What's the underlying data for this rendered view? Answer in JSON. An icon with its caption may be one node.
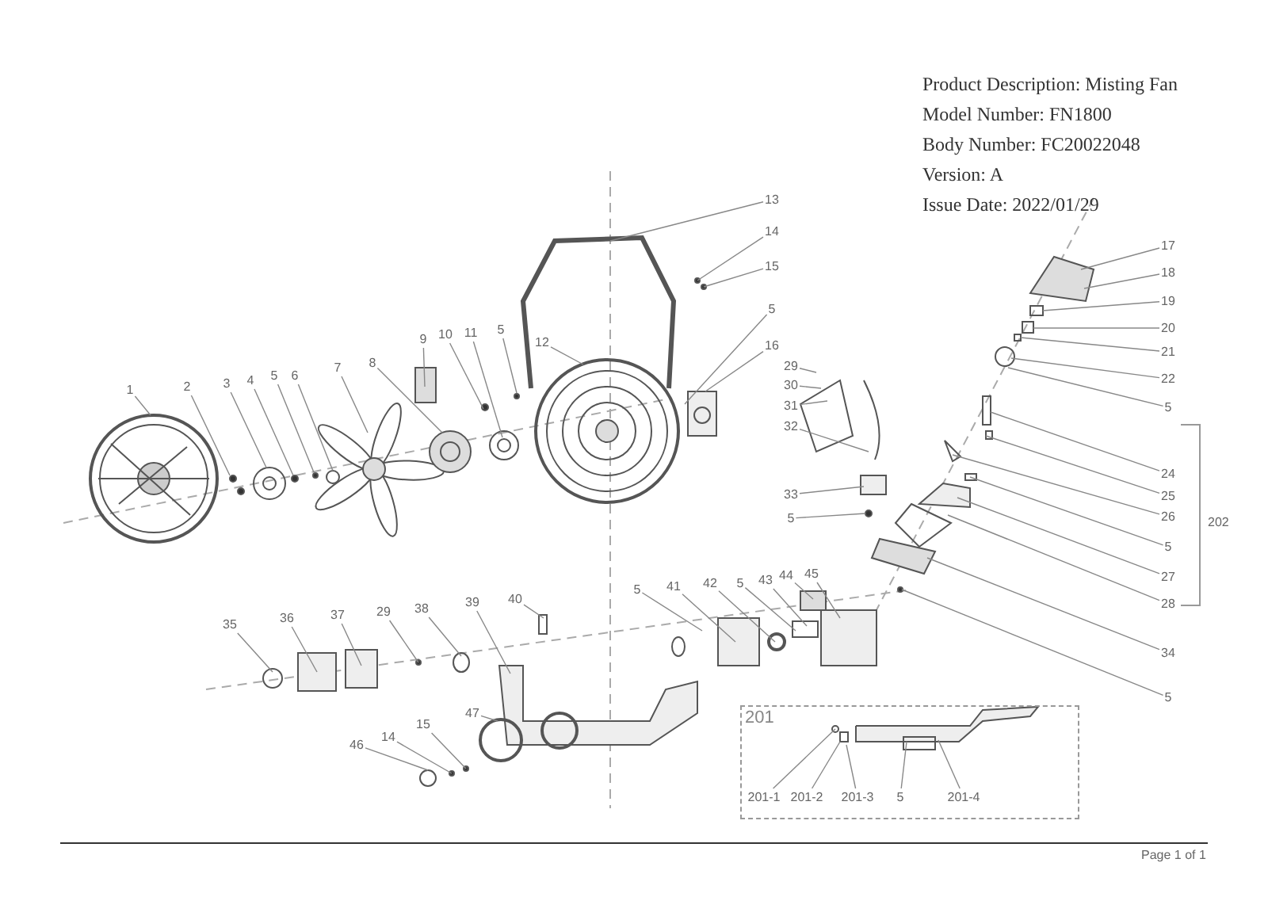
{
  "diagram": {
    "nodes": [
      {
        "text": [
          "1"
        ]
      },
      {
        "text": [
          "2"
        ]
      },
      {
        "text": [
          "3"
        ]
      },
      {
        "text": [
          "4"
        ]
      },
      {
        "text": [
          "5"
        ]
      },
      {
        "text": [
          "6"
        ]
      },
      {
        "text": [
          "7"
        ]
      },
      {
        "text": [
          "8"
        ]
      },
      {
        "text": [
          "9"
        ]
      },
      {
        "text": [
          "10"
        ]
      },
      {
        "text": [
          "11"
        ]
      },
      {
        "text": [
          "5"
        ]
      },
      {
        "text": [
          "12"
        ]
      },
      {
        "text": [
          "13"
        ]
      },
      {
        "text": [
          "14"
        ]
      },
      {
        "text": [
          "15"
        ]
      },
      {
        "text": [
          "5"
        ]
      },
      {
        "text": [
          "16"
        ]
      },
      {
        "text": [
          "17"
        ]
      },
      {
        "text": [
          "18"
        ]
      },
      {
        "text": [
          "19"
        ]
      },
      {
        "text": [
          "20"
        ]
      },
      {
        "text": [
          "21"
        ]
      },
      {
        "text": [
          "22"
        ]
      },
      {
        "text": [
          "5"
        ]
      },
      {
        "text": [
          "29"
        ]
      },
      {
        "text": [
          "30"
        ]
      },
      {
        "text": [
          "31"
        ]
      },
      {
        "text": [
          "32"
        ]
      },
      {
        "text": [
          "33"
        ]
      },
      {
        "text": [
          "5"
        ]
      },
      {
        "text": [
          "24"
        ]
      },
      {
        "text": [
          "25"
        ]
      },
      {
        "text": [
          "26"
        ]
      },
      {
        "text": [
          "5"
        ]
      },
      {
        "text": [
          "27"
        ]
      },
      {
        "text": [
          "28"
        ]
      },
      {
        "text": [
          "34"
        ]
      },
      {
        "text": [
          "5"
        ]
      },
      {
        "text": [
          "35"
        ]
      },
      {
        "text": [
          "36"
        ]
      },
      {
        "text": [
          "37"
        ]
      },
      {
        "text": [
          "29"
        ]
      },
      {
        "text": [
          "38"
        ]
      },
      {
        "text": [
          "39"
        ]
      },
      {
        "text": [
          "40"
        ]
      },
      {
        "text": [
          "5"
        ]
      },
      {
        "text": [
          "41"
        ]
      },
      {
        "text": [
          "42"
        ]
      },
      {
        "text": [
          "5"
        ]
      },
      {
        "text": [
          "43"
        ]
      },
      {
        "text": [
          "44"
        ]
      },
      {
        "text": [
          "45"
        ]
      },
      {
        "text": [
          "46"
        ]
      },
      {
        "text": [
          "14"
        ]
      },
      {
        "text": [
          "15"
        ]
      },
      {
        "text": [
          "47"
        ]
      },
      {
        "text": [
          "201"
        ]
      },
      {
        "text": [
          "201-1"
        ],
        "in": 57
      },
      {
        "text": [
          "201-2"
        ],
        "in": 57
      },
      {
        "text": [
          "201-3"
        ],
        "in": 57
      },
      {
        "text": [
          "5"
        ],
        "in": 57
      },
      {
        "text": [
          "201-4"
        ],
        "in": 57
      }
    ],
    "edges": [
      {
        "from": 0,
        "to": null,
        "arrow": "none"
      },
      {
        "from": 1,
        "to": null,
        "arrow": "none"
      },
      {
        "from": 2,
        "to": null,
        "arrow": "none"
      },
      {
        "from": 3,
        "to": null,
        "arrow": "none"
      },
      {
        "from": 4,
        "to": null,
        "arrow": "none"
      },
      {
        "from": 5,
        "to": null,
        "arrow": "none"
      },
      {
        "from": 6,
        "to": null,
        "arrow": "none"
      },
      {
        "from": 7,
        "to": null,
        "arrow": "none"
      },
      {
        "from": 8,
        "to": null,
        "arrow": "none"
      },
      {
        "from": 9,
        "to": null,
        "arrow": "none"
      },
      {
        "from": 10,
        "to": null,
        "arrow": "none"
      },
      {
        "from": 11,
        "to": null,
        "arrow": "none"
      },
      {
        "from": 12,
        "to": null,
        "arrow": "none"
      },
      {
        "from": 13,
        "to": null,
        "arrow": "none"
      },
      {
        "from": 14,
        "to": null,
        "arrow": "none"
      },
      {
        "from": 15,
        "to": null,
        "arrow": "none"
      },
      {
        "from": 16,
        "to": null,
        "arrow": "none"
      },
      {
        "from": 17,
        "to": null,
        "arrow": "none"
      },
      {
        "from": 18,
        "to": null,
        "arrow": "none"
      },
      {
        "from": 19,
        "to": null,
        "arrow": "none"
      },
      {
        "from": 20,
        "to": null,
        "arrow": "none"
      },
      {
        "from": 21,
        "to": null,
        "arrow": "none"
      },
      {
        "from": 22,
        "to": null,
        "arrow": "none"
      },
      {
        "from": 23,
        "to": null,
        "arrow": "none"
      },
      {
        "from": 24,
        "to": null,
        "arrow": "none"
      },
      {
        "from": 25,
        "to": null,
        "arrow": "none"
      },
      {
        "from": 26,
        "to": null,
        "arrow": "none"
      },
      {
        "from": 27,
        "to": null,
        "arrow": "none"
      },
      {
        "from": 28,
        "to": null,
        "arrow": "none"
      },
      {
        "from": 29,
        "to": null,
        "arrow": "none"
      },
      {
        "from": 30,
        "to": null,
        "arrow": "none"
      },
      {
        "from": 31,
        "to": null,
        "arrow": "none"
      },
      {
        "from": 32,
        "to": null,
        "arrow": "none"
      },
      {
        "from": 33,
        "to": null,
        "arrow": "none"
      },
      {
        "from": 34,
        "to": null,
        "arrow": "none"
      },
      {
        "from": 35,
        "to": null,
        "arrow": "none"
      },
      {
        "from": 36,
        "to": null,
        "arrow": "none"
      },
      {
        "from": 37,
        "to": null,
        "arrow": "none"
      },
      {
        "from": 38,
        "to": null,
        "arrow": "none"
      },
      {
        "from": 39,
        "to": null,
        "arrow": "none"
      },
      {
        "from": 40,
        "to": null,
        "arrow": "none"
      },
      {
        "from": 41,
        "to": null,
        "arrow": "none"
      },
      {
        "from": 42,
        "to": null,
        "arrow": "none"
      },
      {
        "from": 43,
        "to": null,
        "arrow": "none"
      },
      {
        "from": 44,
        "to": null,
        "arrow": "none"
      },
      {
        "from": 45,
        "to": null,
        "arrow": "none"
      },
      {
        "from": 46,
        "to": null,
        "arrow": "none"
      },
      {
        "from": 47,
        "to": null,
        "arrow": "none"
      },
      {
        "from": 48,
        "to": null,
        "arrow": "none"
      },
      {
        "from": 49,
        "to": null,
        "arrow": "none"
      },
      {
        "from": 50,
        "to": null,
        "arrow": "none"
      },
      {
        "from": 51,
        "to": null,
        "arrow": "none"
      },
      {
        "from": 52,
        "to": null,
        "arrow": "none"
      },
      {
        "from": 53,
        "to": null,
        "arrow": "none"
      },
      {
        "from": 54,
        "to": null,
        "arrow": "none"
      },
      {
        "from": 55,
        "to": null,
        "arrow": "none"
      },
      {
        "from": 56,
        "to": null,
        "arrow": "none"
      },
      {
        "from": 58,
        "to": null,
        "arrow": "none"
      },
      {
        "from": 59,
        "to": null,
        "arrow": "none"
      },
      {
        "from": 60,
        "to": null,
        "arrow": "none"
      },
      {
        "from": 61,
        "to": null,
        "arrow": "none"
      },
      {
        "from": 62,
        "to": null,
        "arrow": "none"
      }
    ],
    "labels": [
      "Product Description: Misting Fan",
      "Model Number: FN1800",
      "Body Number: FC20022048",
      "Version: A",
      "Issue Date: 2022/01/29",
      "202",
      "Page 1 of 1"
    ]
  }
}
